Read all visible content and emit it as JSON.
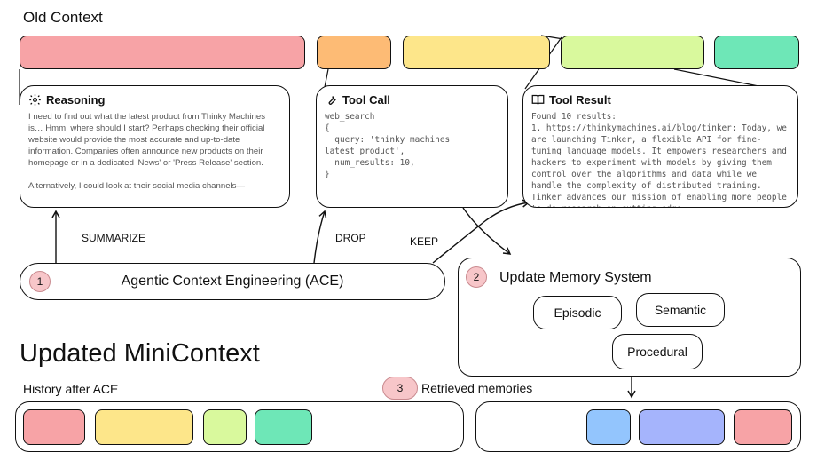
{
  "title_old": "Old Context",
  "title_updated": "Updated MiniContext",
  "history_label": "History after ACE",
  "retrieved_label": "Retrieved memories",
  "ace_label": "Agentic Context Engineering (ACE)",
  "memory_title": "Update Memory System",
  "memories": {
    "episodic": "Episodic",
    "semantic": "Semantic",
    "procedural": "Procedural"
  },
  "steps": {
    "one": "1",
    "two": "2",
    "three": "3"
  },
  "actions": {
    "summarize": "SUMMARIZE",
    "drop": "DROP",
    "keep": "KEEP"
  },
  "reasoning": {
    "title": "Reasoning",
    "icon": "gear-icon",
    "body": "I need to find out what the latest product from Thinky Machines is… Hmm, where should I start? Perhaps checking their official website would provide the most accurate and up-to-date information. Companies often announce new products on their homepage or in a dedicated 'News' or 'Press Release' section.\n\nAlternatively, I could look at their social media channels—"
  },
  "tool_call": {
    "title": "Tool Call",
    "icon": "wrench-icon",
    "body": "web_search\n{\n  query: 'thinky machines\nlatest product',\n  num_results: 10,\n}"
  },
  "tool_result": {
    "title": "Tool Result",
    "icon": "book-icon",
    "body": "Found 10 results:\n1. https://thinkymachines.ai/blog/tinker: Today, we are launching Tinker, a flexible API for fine-tuning language models. It empowers researchers and hackers to experiment with models by giving them control over the algorithms and data while we handle the complexity of distributed training. Tinker advances our mission of enabling more people to do research on cutting-edge"
  },
  "colors": {
    "red": "#f7a3a6",
    "orange": "#fdbb75",
    "yellow": "#fde68a",
    "lime": "#d9f99d",
    "green": "#6ee7b7",
    "blue": "#93c5fd",
    "indigo": "#a5b4fc"
  }
}
